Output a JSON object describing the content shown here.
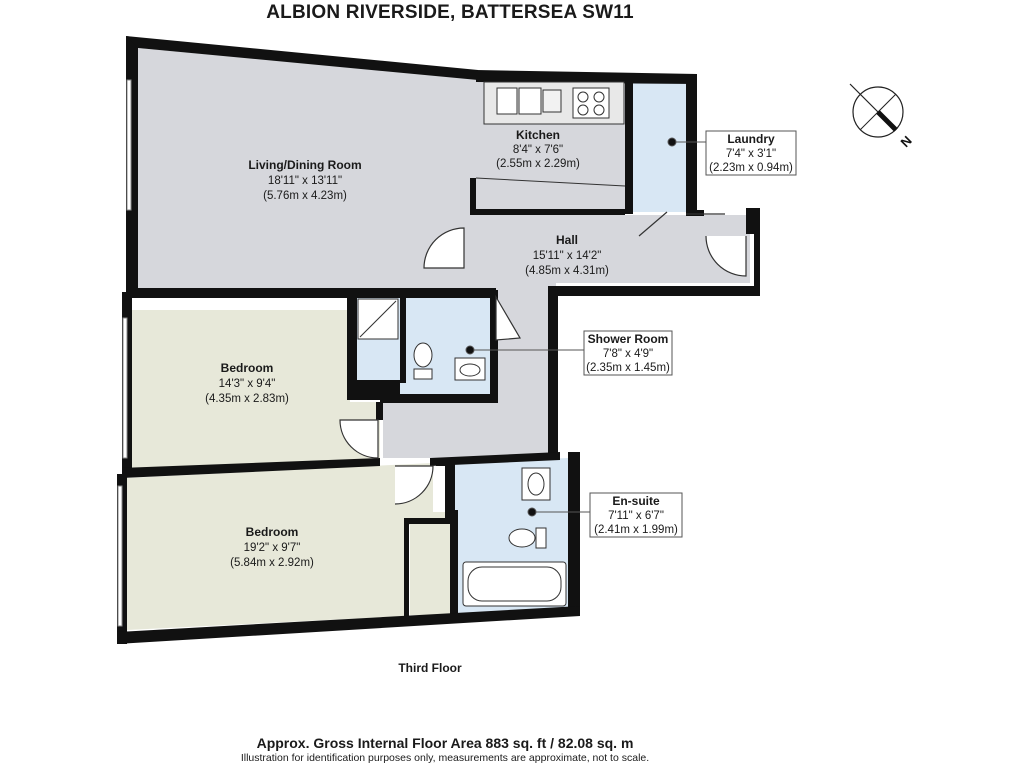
{
  "title": "ALBION RIVERSIDE, BATTERSEA SW11",
  "floor": "Third Floor",
  "area": "Approx. Gross Internal Floor Area 883 sq. ft / 82.08 sq. m",
  "disclaimer": "Illustration for identification purposes only, measurements are approximate, not to scale.",
  "compass": {
    "label": "N"
  },
  "colors": {
    "living": "#d6d7dc",
    "bedroom": "#e7e8d9",
    "wet": "#d8e7f4",
    "wall": "#111111"
  },
  "rooms": {
    "living": {
      "name": "Living/Dining Room",
      "imperial": "18'11\" x 13'11\"",
      "metric": "(5.76m x 4.23m)"
    },
    "kitchen": {
      "name": "Kitchen",
      "imperial": "8'4\" x 7'6\"",
      "metric": "(2.55m x 2.29m)"
    },
    "laundry": {
      "name": "Laundry",
      "imperial": "7'4\" x 3'1\"",
      "metric": "(2.23m x 0.94m)"
    },
    "hall": {
      "name": "Hall",
      "imperial": "15'11\" x 14'2\"",
      "metric": "(4.85m x 4.31m)"
    },
    "shower": {
      "name": "Shower Room",
      "imperial": "7'8\" x 4'9\"",
      "metric": "(2.35m x 1.45m)"
    },
    "bedroom1": {
      "name": "Bedroom",
      "imperial": "14'3\" x 9'4\"",
      "metric": "(4.35m x 2.83m)"
    },
    "ensuite": {
      "name": "En-suite",
      "imperial": "7'11\" x 6'7\"",
      "metric": "(2.41m x 1.99m)"
    },
    "bedroom2": {
      "name": "Bedroom",
      "imperial": "19'2\" x 9'7\"",
      "metric": "(5.84m x 2.92m)"
    }
  }
}
